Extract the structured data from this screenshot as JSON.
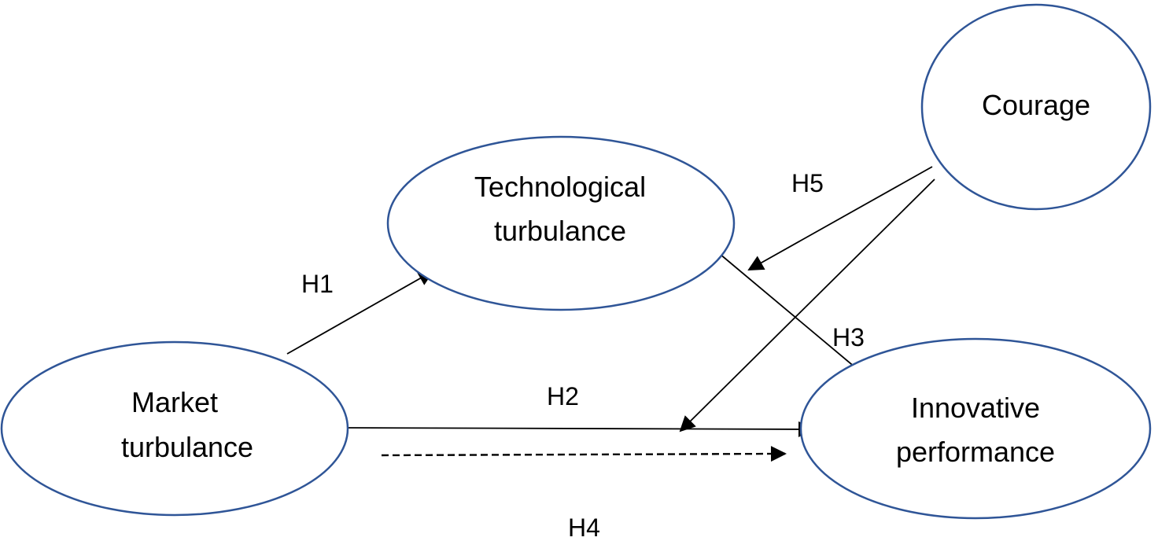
{
  "colors": {
    "node_border": "#2f5597",
    "edge": "#000000",
    "text": "#000000"
  },
  "nodes": {
    "technological_turbulance": {
      "line1": "Technological",
      "line2": "turbulance"
    },
    "market_turbulance": {
      "line1": "Market",
      "line2": "turbulance"
    },
    "innovative_performance": {
      "line1": "Innovative",
      "line2": "performance"
    },
    "courage": {
      "line1": "Courage"
    }
  },
  "hypotheses": {
    "h1": "H1",
    "h2": "H2",
    "h3": "H3",
    "h4": "H4",
    "h5": "H5"
  }
}
